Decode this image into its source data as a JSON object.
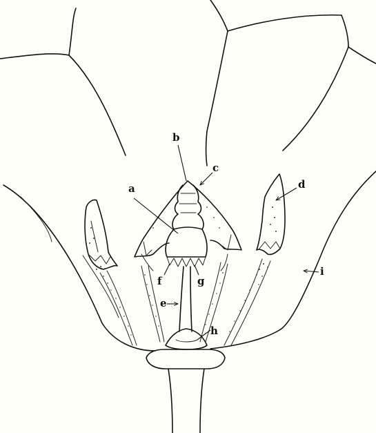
{
  "figure": {
    "labels": {
      "a": "a",
      "b": "b",
      "c": "c",
      "d": "d",
      "e": "e",
      "f": "f",
      "g": "g",
      "h": "h",
      "i": "i"
    }
  }
}
